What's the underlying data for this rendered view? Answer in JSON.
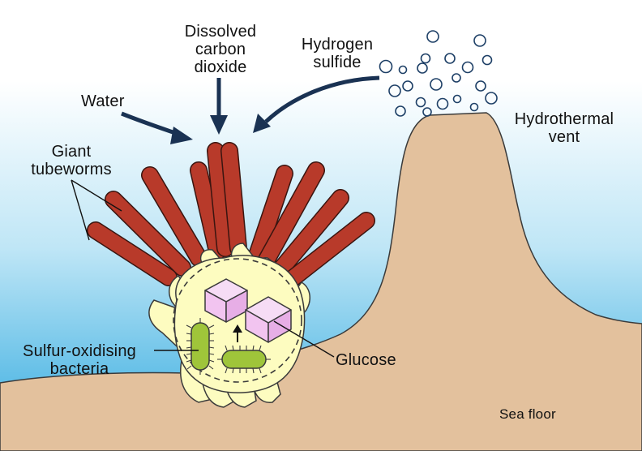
{
  "labels": {
    "dissolved_co2": [
      "Dissolved",
      "carbon",
      "dioxide"
    ],
    "hydrogen_sulfide": [
      "Hydrogen",
      "sulfide"
    ],
    "water": "Water",
    "hydrothermal_vent": [
      "Hydrothermal",
      "vent"
    ],
    "giant_tubeworms": [
      "Giant",
      "tubeworms"
    ],
    "sulfur_bacteria": [
      "Sulfur-oxidising",
      "bacteria"
    ],
    "glucose": "Glucose",
    "sea_floor": "Sea floor"
  },
  "colors": {
    "sky_top": "#ffffff",
    "water_bottom": "#2fa9df",
    "seabed": "#e3c19d",
    "tubeworm_red": "#b83a2a",
    "tube_base": "#fdfcc0",
    "bacteria_green": "#9fc53a",
    "glucose_pink": "#f2c4f0",
    "arrow_navy": "#1a3253"
  }
}
